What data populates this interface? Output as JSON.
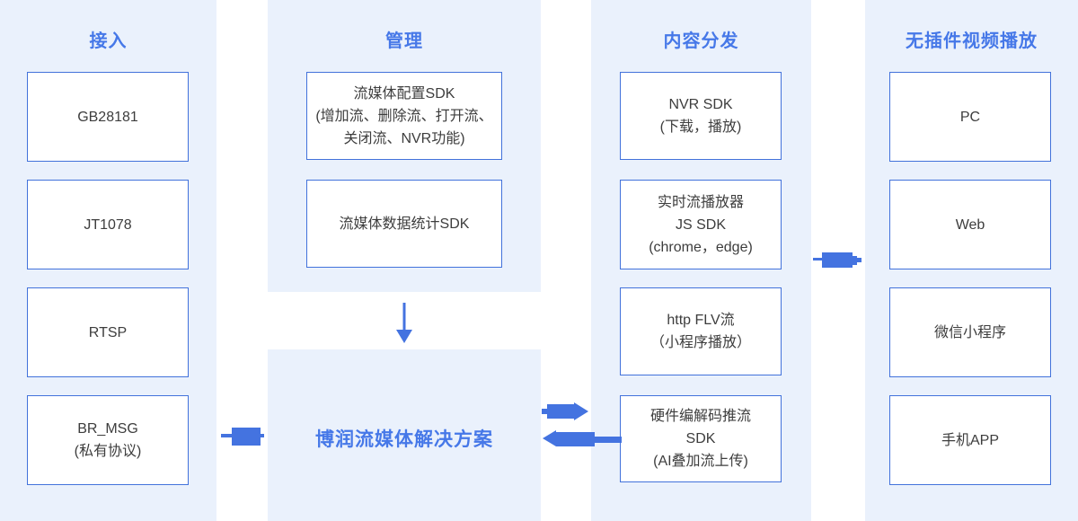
{
  "colors": {
    "panel_bg": "#EAF1FC",
    "box_bg": "#FFFFFF",
    "box_border": "#4272DB",
    "box_text": "#3D3D3D",
    "accent_blue": "#4678E8",
    "arrow_blue": "#4473E0",
    "page_bg": "#FFFFFF"
  },
  "columns": [
    {
      "title": "接入",
      "boxes": [
        {
          "lines": [
            "GB28181"
          ]
        },
        {
          "lines": [
            "JT1078"
          ]
        },
        {
          "lines": [
            "RTSP"
          ]
        },
        {
          "lines": [
            "BR_MSG",
            "(私有协议)"
          ]
        }
      ]
    },
    {
      "title": "管理",
      "boxes": [
        {
          "lines": [
            "流媒体配置SDK",
            "(增加流、删除流、打开流、",
            "关闭流、NVR功能)"
          ]
        },
        {
          "lines": [
            "流媒体数据统计SDK"
          ]
        }
      ],
      "solution": "博润流媒体解决方案"
    },
    {
      "title": "内容分发",
      "boxes": [
        {
          "lines": [
            "NVR SDK",
            "(下载，播放)"
          ]
        },
        {
          "lines": [
            "实时流播放器",
            "JS SDK",
            "(chrome，edge)"
          ]
        },
        {
          "lines": [
            "http FLV流",
            "（小程序播放）"
          ]
        },
        {
          "lines": [
            "硬件编解码推流",
            "SDK",
            "(AI叠加流上传)"
          ]
        }
      ]
    },
    {
      "title": "无插件视频播放",
      "boxes": [
        {
          "lines": [
            "PC"
          ]
        },
        {
          "lines": [
            "Web"
          ]
        },
        {
          "lines": [
            "微信小程序"
          ]
        },
        {
          "lines": [
            "手机APP"
          ]
        }
      ]
    }
  ],
  "connectors": [
    {
      "name": "access-to-management",
      "type": "link",
      "direction": "right"
    },
    {
      "name": "management-to-solution",
      "type": "arrow",
      "direction": "down"
    },
    {
      "name": "solution-to-distribution",
      "type": "arrow",
      "direction": "right"
    },
    {
      "name": "distribution-to-solution",
      "type": "arrow",
      "direction": "left"
    },
    {
      "name": "distribution-to-playback",
      "type": "arrow",
      "direction": "right"
    }
  ]
}
